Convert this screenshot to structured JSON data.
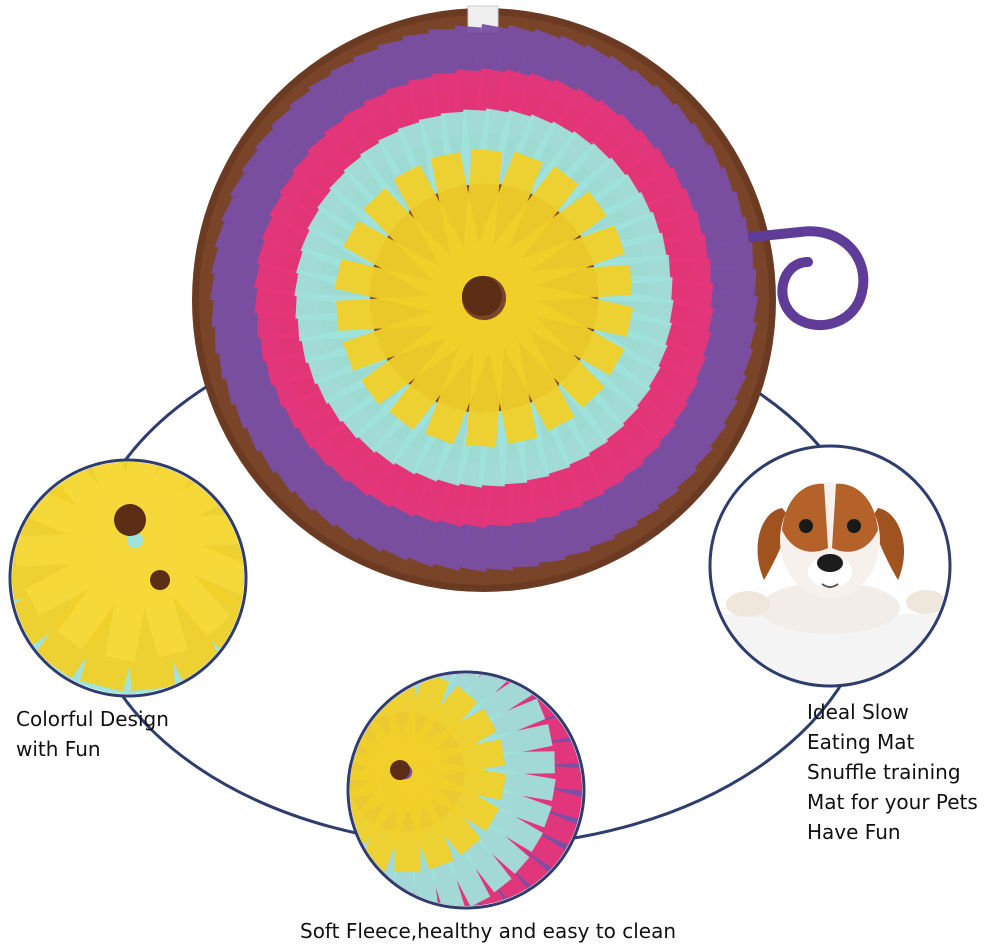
{
  "captions": {
    "left": [
      "Colorful Design",
      "with Fun"
    ],
    "right": [
      "Ideal Slow",
      "Eating Mat",
      "Snuffle training",
      "Mat for your Pets",
      "Have Fun"
    ],
    "bottom": "Soft Fleece,healthy and easy to clean"
  },
  "colors": {
    "connector": "#2e3c6e",
    "mat_base": "#6b3a22",
    "purple": "#7a4fa6",
    "pink": "#e8357a",
    "mint": "#9fe3dc",
    "yellow": "#f2d02a",
    "center": "#5a2d14",
    "loop": "#5e3c98"
  }
}
